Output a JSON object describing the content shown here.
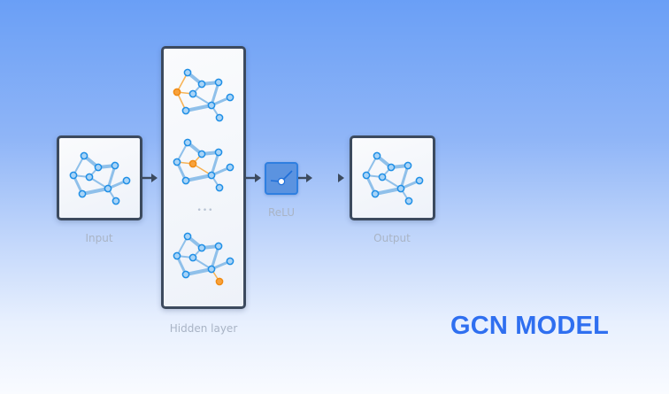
{
  "title": "GCN MODEL",
  "labels": {
    "input": "Input",
    "hidden": "Hidden layer",
    "relu": "ReLU",
    "output": "Output",
    "ellipsis": "•••"
  },
  "colors": {
    "node_fill": "#a9d4f7",
    "node_stroke": "#1f8fe6",
    "edge": "#8fc0ea",
    "highlight_fill": "#f8a23c",
    "highlight_stroke": "#f08a12",
    "highlight_edge": "#f7b458",
    "title": "#2f6ff0",
    "box_border": "#3c4a5e",
    "arrow": "#3c4a5e"
  },
  "graph": {
    "nodes": [
      "A",
      "B",
      "C",
      "D",
      "E",
      "F",
      "G",
      "H",
      "I"
    ],
    "edges": [
      [
        "A",
        "B"
      ],
      [
        "A",
        "D"
      ],
      [
        "B",
        "C"
      ],
      [
        "B",
        "E"
      ],
      [
        "C",
        "G"
      ],
      [
        "D",
        "E"
      ],
      [
        "D",
        "H"
      ],
      [
        "E",
        "G"
      ],
      [
        "F",
        "G"
      ],
      [
        "G",
        "H"
      ],
      [
        "G",
        "I"
      ]
    ]
  },
  "panels": [
    {
      "name": "input-graph",
      "highlight_node": null,
      "highlight_edges": []
    },
    {
      "name": "hidden-graph-1",
      "highlight_node": "D",
      "highlight_edges": [
        [
          "A",
          "D"
        ],
        [
          "D",
          "E"
        ],
        [
          "D",
          "H"
        ]
      ]
    },
    {
      "name": "hidden-graph-2",
      "highlight_node": "E",
      "highlight_edges": [
        [
          "B",
          "E"
        ],
        [
          "D",
          "E"
        ],
        [
          "E",
          "G"
        ]
      ]
    },
    {
      "name": "hidden-graph-3",
      "highlight_node": "I",
      "highlight_edges": [
        [
          "G",
          "I"
        ]
      ]
    },
    {
      "name": "output-graph",
      "highlight_node": null,
      "highlight_edges": []
    }
  ]
}
